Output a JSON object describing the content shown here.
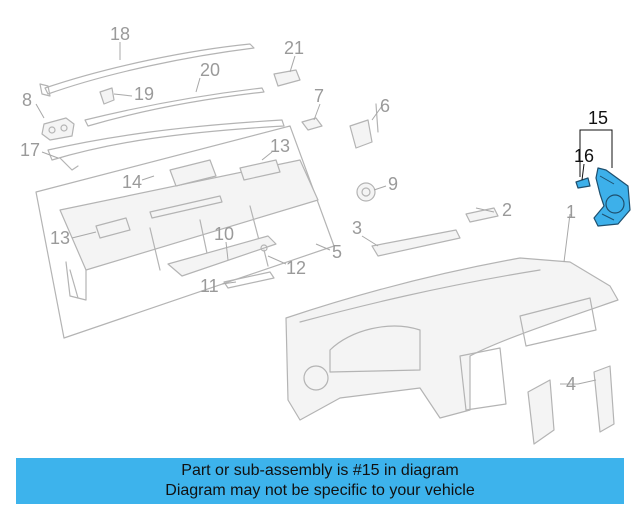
{
  "diagram": {
    "highlighted_part": "15",
    "highlight_color": "#3db3ec",
    "callouts": {
      "c1": "1",
      "c2": "2",
      "c3": "3",
      "c4": "4",
      "c5": "5",
      "c6": "6",
      "c7": "7",
      "c8": "8",
      "c9": "9",
      "c10": "10",
      "c11": "11",
      "c12": "12",
      "c13a": "13",
      "c13b": "13",
      "c14": "14",
      "c15": "15",
      "c16": "16",
      "c17": "17",
      "c18": "18",
      "c19": "19",
      "c20": "20",
      "c21": "21"
    }
  },
  "banner": {
    "line1": "Part or sub-assembly is #15 in diagram",
    "line2": "Diagram may not be specific to your vehicle"
  }
}
